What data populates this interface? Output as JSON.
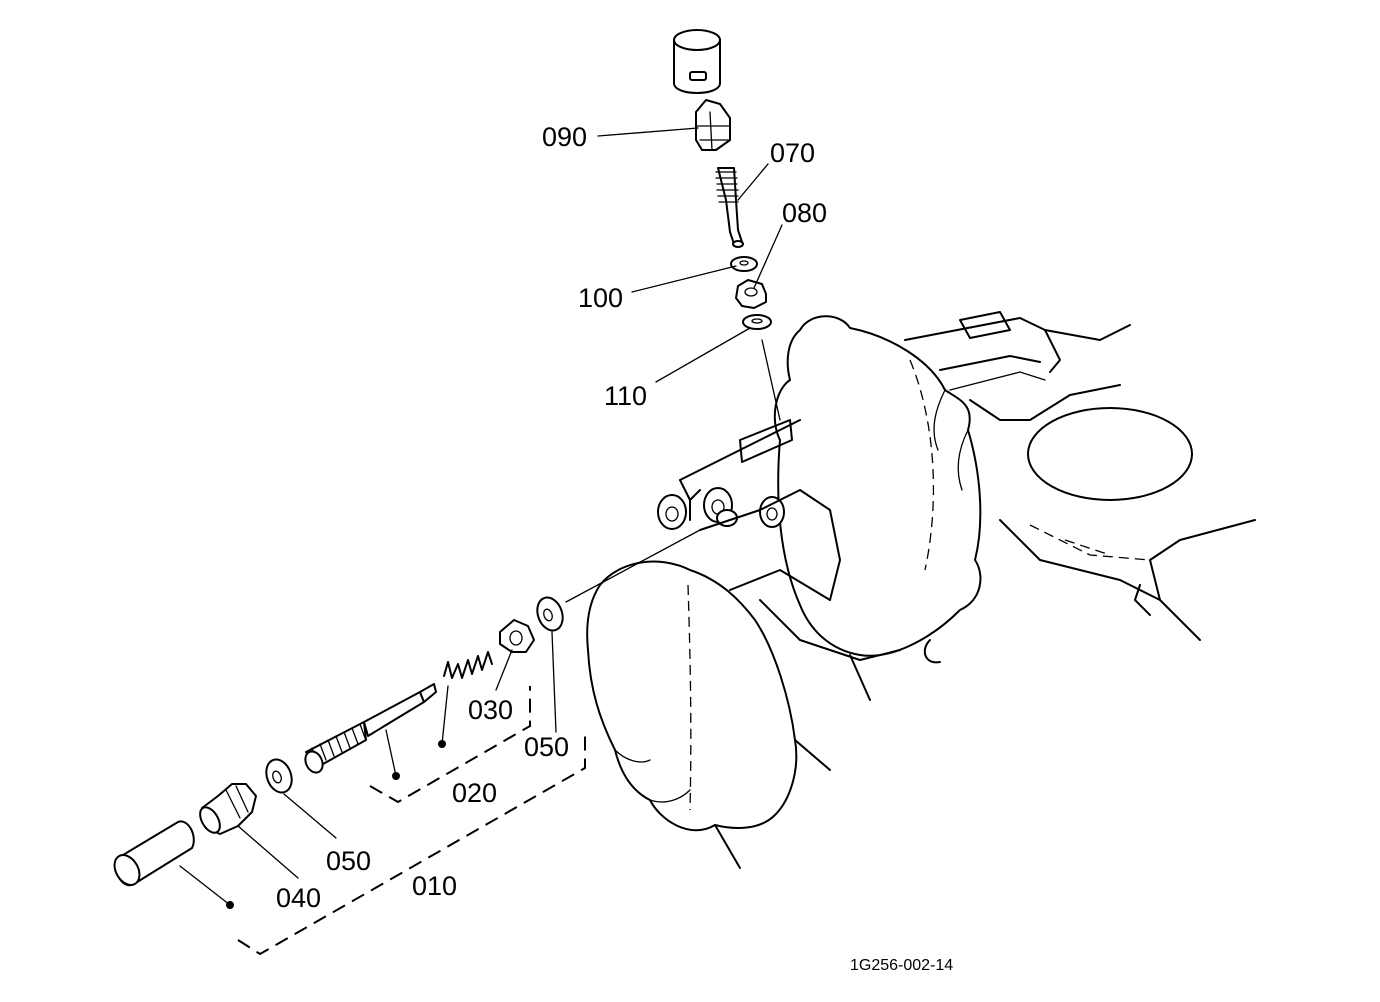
{
  "diagram": {
    "reference_code": "1G256-002-14",
    "labels": {
      "p010": "010",
      "p020": "020",
      "p030": "030",
      "p040": "040",
      "p050_lower": "050",
      "p050_upper": "050",
      "p070": "070",
      "p080": "080",
      "p090": "090",
      "p100": "100",
      "p110": "110"
    }
  }
}
